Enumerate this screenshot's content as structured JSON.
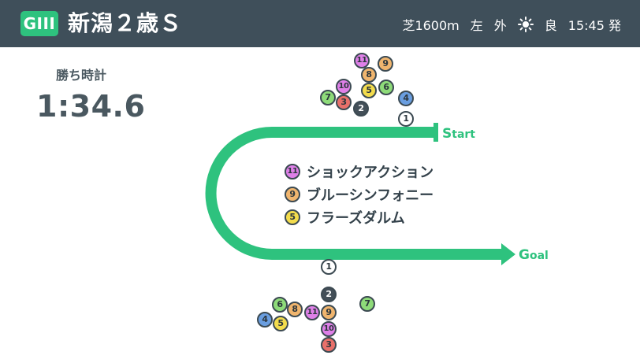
{
  "header": {
    "grade": "GIII",
    "race_name": "新潟２歳Ｓ",
    "surface_distance": "芝1600m",
    "direction": "左",
    "course_side": "外",
    "weather_icon": "sun-icon",
    "track_condition": "良",
    "post_time": "15:45 発"
  },
  "result": {
    "time_label": "勝ち時計",
    "winning_time": "1:34.6"
  },
  "track": {
    "start_label": "Start",
    "goal_label": "Goal",
    "color": "#2ec27e",
    "direction": "left-handed"
  },
  "colors": {
    "1": "#ffffff",
    "2": "#434f58",
    "3": "#e8706a",
    "4": "#6a9ee0",
    "5": "#f3dc4d",
    "6": "#8edb79",
    "7": "#8edb79",
    "8": "#f0b56e",
    "9": "#f0b56e",
    "10": "#df80e8",
    "11": "#df80e8"
  },
  "start_positions": [
    {
      "n": "11"
    },
    {
      "n": "9"
    },
    {
      "n": "8"
    },
    {
      "n": "10"
    },
    {
      "n": "5"
    },
    {
      "n": "6"
    },
    {
      "n": "7"
    },
    {
      "n": "3"
    },
    {
      "n": "2"
    },
    {
      "n": "4"
    },
    {
      "n": "1"
    }
  ],
  "finish_positions": [
    {
      "n": "1"
    },
    {
      "n": "2"
    },
    {
      "n": "7"
    },
    {
      "n": "6"
    },
    {
      "n": "8"
    },
    {
      "n": "11"
    },
    {
      "n": "9"
    },
    {
      "n": "4"
    },
    {
      "n": "5"
    },
    {
      "n": "10"
    },
    {
      "n": "3"
    }
  ],
  "top_three": [
    {
      "n": "11",
      "name": "ショックアクション"
    },
    {
      "n": "9",
      "name": "ブルーシンフォニー"
    },
    {
      "n": "5",
      "name": "フラーズダルム"
    }
  ]
}
